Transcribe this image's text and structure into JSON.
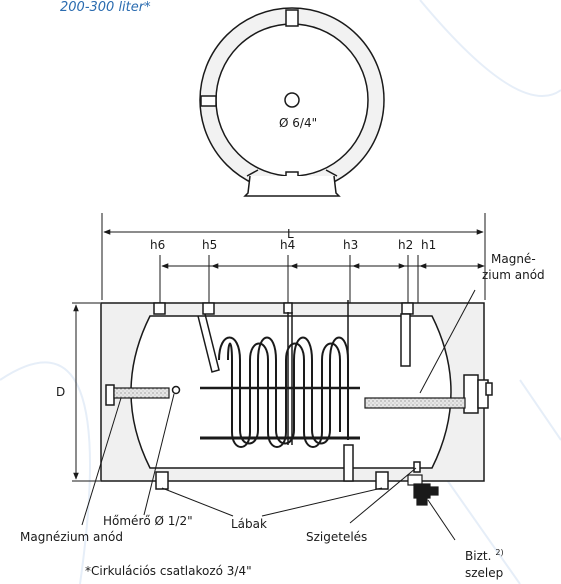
{
  "title": "200-300 liter*",
  "top_view": {
    "label": "Ø 6/4\""
  },
  "dimensions": {
    "L": "L",
    "D": "D",
    "h6": "h6",
    "h5": "h5",
    "h4": "h4",
    "h3": "h3",
    "h2": "h2",
    "h1": "h1"
  },
  "labels": {
    "magnesium_right_line1": "Magné-",
    "magnesium_right_line2": "zium anód",
    "thermometer": "Hőmérő Ø 1/2\"",
    "magnesium_left": "Magnézium anód",
    "legs": "Lábak",
    "insulation": "Szigetelés",
    "valve_line1": "Bizt.",
    "valve_sup": "2)",
    "valve_line2": "szelep",
    "footnote": "*Cirkulációs csatlakozó 3/4\""
  }
}
